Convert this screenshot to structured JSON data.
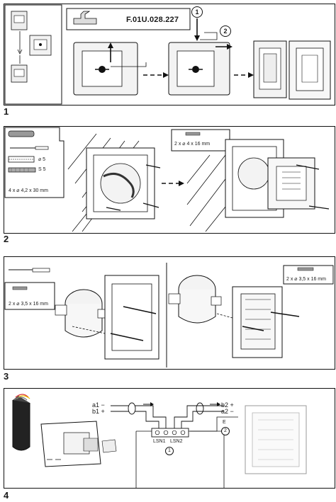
{
  "step_numbers": [
    "1",
    "2",
    "3",
    "4"
  ],
  "step1": {
    "part_number": "F.01U.028.227",
    "callouts": [
      "1",
      "2"
    ]
  },
  "step2": {
    "screw_spec_left": "4 x  ⌀ 4,2 x 30 mm",
    "screw_spec_right": "2 x  ⌀ 4 x 16 mm",
    "dowel_label": "⌀ 5",
    "drill_label": "S 5"
  },
  "step3": {
    "screw_spec_left": "2 x  ⌀ 3,5 x 16 mm",
    "screw_spec_right": "2 x  ⌀ 3,5 x 16 mm"
  },
  "step4": {
    "wire_labels": {
      "a1": "a1 −",
      "b1": "b1 +",
      "b2": "b2 +",
      "a2": "a2 −",
      "terminal_lsn1": "LSN1",
      "terminal_lsn2": "LSN2",
      "e": "E"
    },
    "circle_1": "1",
    "circle_2": "2"
  }
}
